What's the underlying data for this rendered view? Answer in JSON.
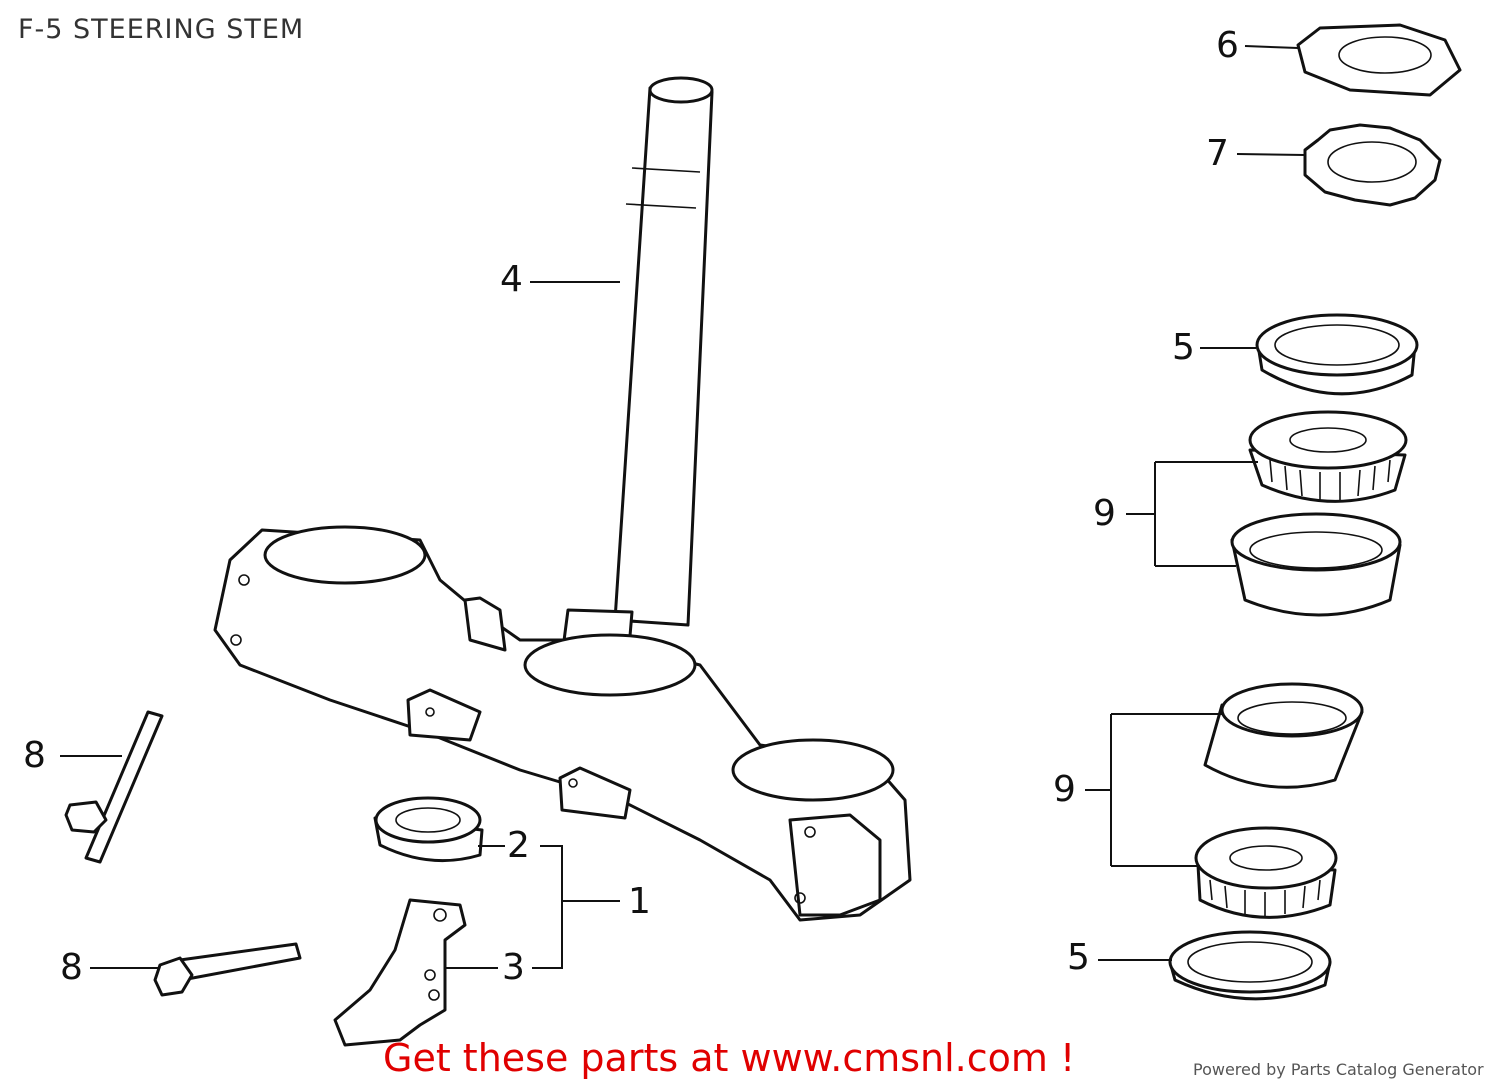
{
  "title": "F-5 STEERING STEM",
  "callouts": {
    "c1": "1",
    "c2": "2",
    "c3": "3",
    "c4": "4",
    "c5a": "5",
    "c5b": "5",
    "c6": "6",
    "c7": "7",
    "c8a": "8",
    "c8b": "8",
    "c9a": "9",
    "c9b": "9"
  },
  "footer": {
    "cta": "Get these parts at www.cmsnl.com !",
    "powered": "Powered by Parts Catalog Generator"
  },
  "colors": {
    "cta": "#e00000",
    "ink": "#111111"
  }
}
